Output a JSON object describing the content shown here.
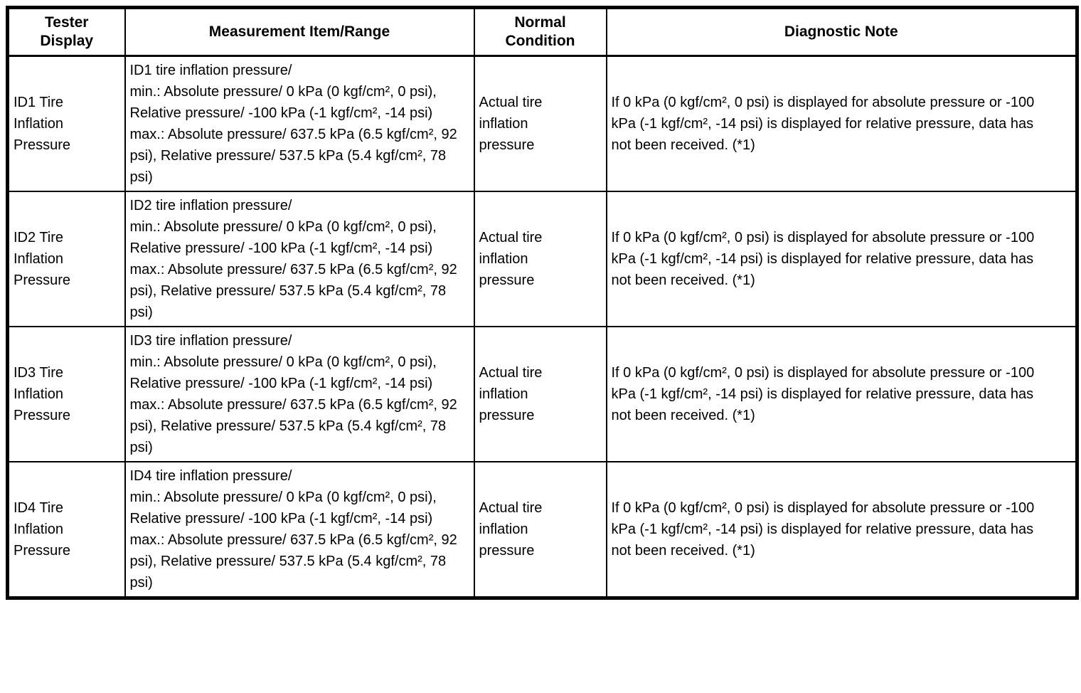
{
  "page": {
    "background_color": "#ffffff",
    "border_color": "#000000",
    "text_color": "#000000"
  },
  "table": {
    "headers": [
      {
        "line1": "Tester",
        "line2": "Display"
      },
      {
        "line1": "Measurement Item/Range"
      },
      {
        "line1": "Normal",
        "line2": "Condition"
      },
      {
        "line1": "Diagnostic Note"
      }
    ],
    "rows": [
      {
        "tester_display": "ID1 Tire Inflation Pressure",
        "measurement_lines": [
          "ID1 tire inflation pressure/",
          "min.: Absolute pressure/ 0 kPa (0 kgf/cm², 0 psi), Relative pressure/ -100 kPa (-1 kgf/cm², -14 psi)",
          "max.: Absolute pressure/ 637.5 kPa (6.5 kgf/cm², 92 psi), Relative pressure/ 537.5 kPa (5.4 kgf/cm², 78 psi)"
        ],
        "normal_condition": "Actual tire inflation pressure",
        "diagnostic_note": "If 0 kPa (0 kgf/cm², 0 psi) is displayed for absolute pressure or -100 kPa (-1 kgf/cm², -14 psi) is displayed for relative pressure, data has not been received. (*1)"
      },
      {
        "tester_display": "ID2 Tire Inflation Pressure",
        "measurement_lines": [
          "ID2 tire inflation pressure/",
          "min.: Absolute pressure/ 0 kPa (0 kgf/cm², 0 psi), Relative pressure/ -100 kPa (-1 kgf/cm², -14 psi)",
          "max.: Absolute pressure/ 637.5 kPa (6.5 kgf/cm², 92 psi), Relative pressure/ 537.5 kPa (5.4 kgf/cm², 78 psi)"
        ],
        "normal_condition": "Actual tire inflation pressure",
        "diagnostic_note": "If 0 kPa (0 kgf/cm², 0 psi) is displayed for absolute pressure or -100 kPa (-1 kgf/cm², -14 psi) is displayed for relative pressure, data has not been received. (*1)"
      },
      {
        "tester_display": "ID3 Tire Inflation Pressure",
        "measurement_lines": [
          "ID3 tire inflation pressure/",
          "min.: Absolute pressure/ 0 kPa (0 kgf/cm², 0 psi), Relative pressure/ -100 kPa (-1 kgf/cm², -14 psi)",
          "max.: Absolute pressure/ 637.5 kPa (6.5 kgf/cm², 92 psi), Relative pressure/ 537.5 kPa (5.4 kgf/cm², 78 psi)"
        ],
        "normal_condition": "Actual tire inflation pressure",
        "diagnostic_note": "If 0 kPa (0 kgf/cm², 0 psi) is displayed for absolute pressure or -100 kPa (-1 kgf/cm², -14 psi) is displayed for relative pressure, data has not been received. (*1)"
      },
      {
        "tester_display": "ID4 Tire Inflation Pressure",
        "measurement_lines": [
          "ID4 tire inflation pressure/",
          "min.: Absolute pressure/ 0 kPa (0 kgf/cm², 0 psi), Relative pressure/ -100 kPa (-1 kgf/cm², -14 psi)",
          "max.: Absolute pressure/ 637.5 kPa (6.5 kgf/cm², 92 psi), Relative pressure/ 537.5 kPa (5.4 kgf/cm², 78 psi)"
        ],
        "normal_condition": "Actual tire inflation pressure",
        "diagnostic_note": "If 0 kPa (0 kgf/cm², 0 psi) is displayed for absolute pressure or -100 kPa (-1 kgf/cm², -14 psi) is displayed for relative pressure, data has not been received. (*1)"
      }
    ]
  }
}
